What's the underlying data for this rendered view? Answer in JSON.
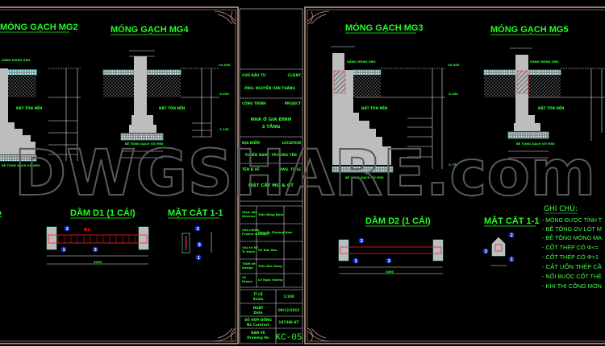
{
  "watermark": "DWGSHARE.com",
  "colors": {
    "background": "#000000",
    "text": "#22ff22",
    "frame": "#c9a090",
    "concrete": "#bdbdbd",
    "rebar": "#ff2020",
    "bubble": "#1030c0"
  },
  "left_sheet": {
    "partial_title": "2",
    "mg2": {
      "title": "MÓNG GẠCH MG2",
      "labels": [
        "GẰNG MÓNG GM2",
        "ĐẤT TÔN NỀN",
        "BÊ TÔNG GẠCH VỠ M50"
      ]
    },
    "mg4": {
      "title": "MÓNG GẠCH MG4",
      "labels": [
        "ĐẤT TÔN NỀN",
        "BÊ TÔNG GẠCH VỠ M50"
      ],
      "levels": [
        "±0.000",
        "-0.450",
        "-1.150"
      ]
    },
    "beam_d1": {
      "title": "DẦM D1 (1 CÁI)",
      "span": "3000",
      "bubbles": [
        "1",
        "2",
        "3"
      ],
      "marker": "D1"
    },
    "section_1_1": {
      "title": "MẶT CẮT 1-1",
      "bubbles": [
        "1",
        "2",
        "3"
      ]
    }
  },
  "title_block": {
    "client": {
      "label": "CHỦ ĐẦU TƯ",
      "label_en": "CLIENT",
      "value": "ÔNG: NGUYỄN VĂN THẮNG"
    },
    "project": {
      "label": "CÔNG TRÌNH",
      "label_en": "PROJECT",
      "value_1": "NHÀ Ở GIA ĐÌNH",
      "value_2": "3 TẦNG"
    },
    "location": {
      "label": "ĐỊA ĐIỂM",
      "label_en": "LOCATION",
      "value": "P.HIẾN NAM - TP.HƯNG YÊN"
    },
    "drawing_title": {
      "label": "TÊN B.VẼ",
      "label_en": "DWG. TITLE",
      "value": "MẶT CẮT MG & GT"
    },
    "personnel": [
      {
        "role": "Giám đốc",
        "role_en": "Director",
        "name": "Trần Đăng Định"
      },
      {
        "role": "Chủ nhiệm",
        "role_en": "Project manager",
        "name": "Nguyễn Phương Nam"
      },
      {
        "role": "Chủ trì KT",
        "role_en": "Tc trách",
        "name": "Vũ Đức Hào"
      },
      {
        "role": "Thiết kế",
        "role_en": "Design",
        "name": "Trần Đức Dũng"
      },
      {
        "role": "Vẽ",
        "role_en": "Drawn",
        "name": "Lê Ngọc Hoàng"
      }
    ],
    "scale": {
      "label": "TỈ LỆ",
      "label_en": "Scale",
      "value": "1/100"
    },
    "date": {
      "label": "NGÀY",
      "label_en": "Date",
      "value": "09/12/2015"
    },
    "contract": {
      "label": "SỐ HỢP ĐỒNG",
      "label_en": "No Contract",
      "value": "197/HĐ-KT"
    },
    "drawing_no": {
      "label": "BẢN VẼ",
      "label_en": "Drawing No",
      "value": "KC-05"
    }
  },
  "right_sheet": {
    "mg3": {
      "title": "MÓNG GẠCH MG3",
      "labels": [
        "GẰNG MÓNG GM2",
        "ĐẤT TÔN NỀN",
        "BÊ TÔNG GẠCH VỠ M50"
      ],
      "levels": [
        "±0.000",
        "-0.450",
        "-1.750"
      ]
    },
    "mg5": {
      "title": "MÓNG GẠCH MG5",
      "labels": [
        "GẰNG MÓNG GM2",
        "ĐẤT TÔN NỀN",
        "BÊ TÔNG GẠCH VỠ M50"
      ]
    },
    "beam_d2": {
      "title": "DẦM D2 (1 CÁI)",
      "span": "3000",
      "bubbles": [
        "1",
        "2",
        "3"
      ]
    },
    "section_1_1": {
      "title": "MẶT CẮT 1-1",
      "bubbles": [
        "1",
        "2",
        "3"
      ]
    },
    "notes": {
      "title": "GHI CHÚ:",
      "items": [
        "- MÓNG ĐƯỢC TÍNH T",
        "- BÊ TÔNG GV LÓT M",
        "- BÊ TÔNG MÓNG MA",
        "- CỐT THÉP CÓ Φ<=",
        "- CỐT THÉP CÓ Φ>1",
        "- CẮT UỐN THÉP CẦ",
        "- NỐI BUỘC CỐT THÉ",
        "- KHI THI CÔNG MÓN"
      ]
    }
  }
}
